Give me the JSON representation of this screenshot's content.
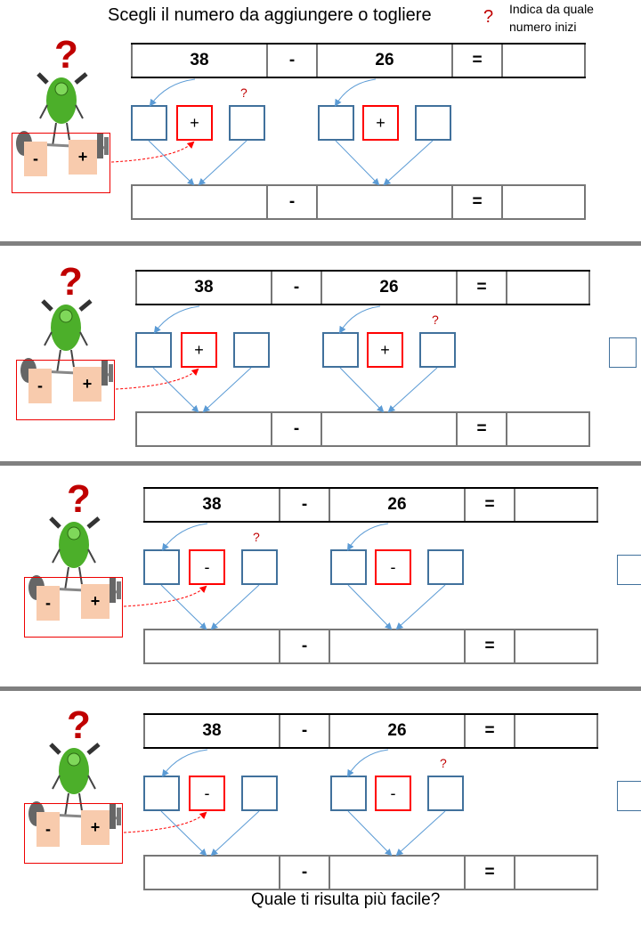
{
  "header": {
    "title": "Scegli il numero da aggiungere o togliere",
    "legend_symbol": "?",
    "legend_text_line1": "Indica da quale",
    "legend_text_line2": "numero inizi"
  },
  "panels": [
    {
      "a": "38",
      "minus": "-",
      "b": "26",
      "equals": "=",
      "operator": "+",
      "question_position": "left",
      "side_box": false,
      "tiles": [
        "-",
        "+"
      ],
      "bottom_minus": "-",
      "bottom_equals": "="
    },
    {
      "a": "38",
      "minus": "-",
      "b": "26",
      "equals": "=",
      "operator": "+",
      "question_position": "right",
      "side_box": true,
      "tiles": [
        "-",
        "+"
      ],
      "bottom_minus": "-",
      "bottom_equals": "="
    },
    {
      "a": "38",
      "minus": "-",
      "b": "26",
      "equals": "=",
      "operator": "-",
      "question_position": "left",
      "side_box": true,
      "tiles": [
        "-",
        "+"
      ],
      "bottom_minus": "-",
      "bottom_equals": "="
    },
    {
      "a": "38",
      "minus": "-",
      "b": "26",
      "equals": "=",
      "operator": "-",
      "question_position": "right",
      "side_box": true,
      "tiles": [
        "-",
        "+"
      ],
      "bottom_minus": "-",
      "bottom_equals": "="
    }
  ],
  "question_mark": "?",
  "footer": {
    "question": "Quale ti risulta più facile?"
  },
  "colors": {
    "box_border": "#41719c",
    "operator_border": "#ff0000",
    "tile": "#f8cbad",
    "question": "#c00000"
  }
}
